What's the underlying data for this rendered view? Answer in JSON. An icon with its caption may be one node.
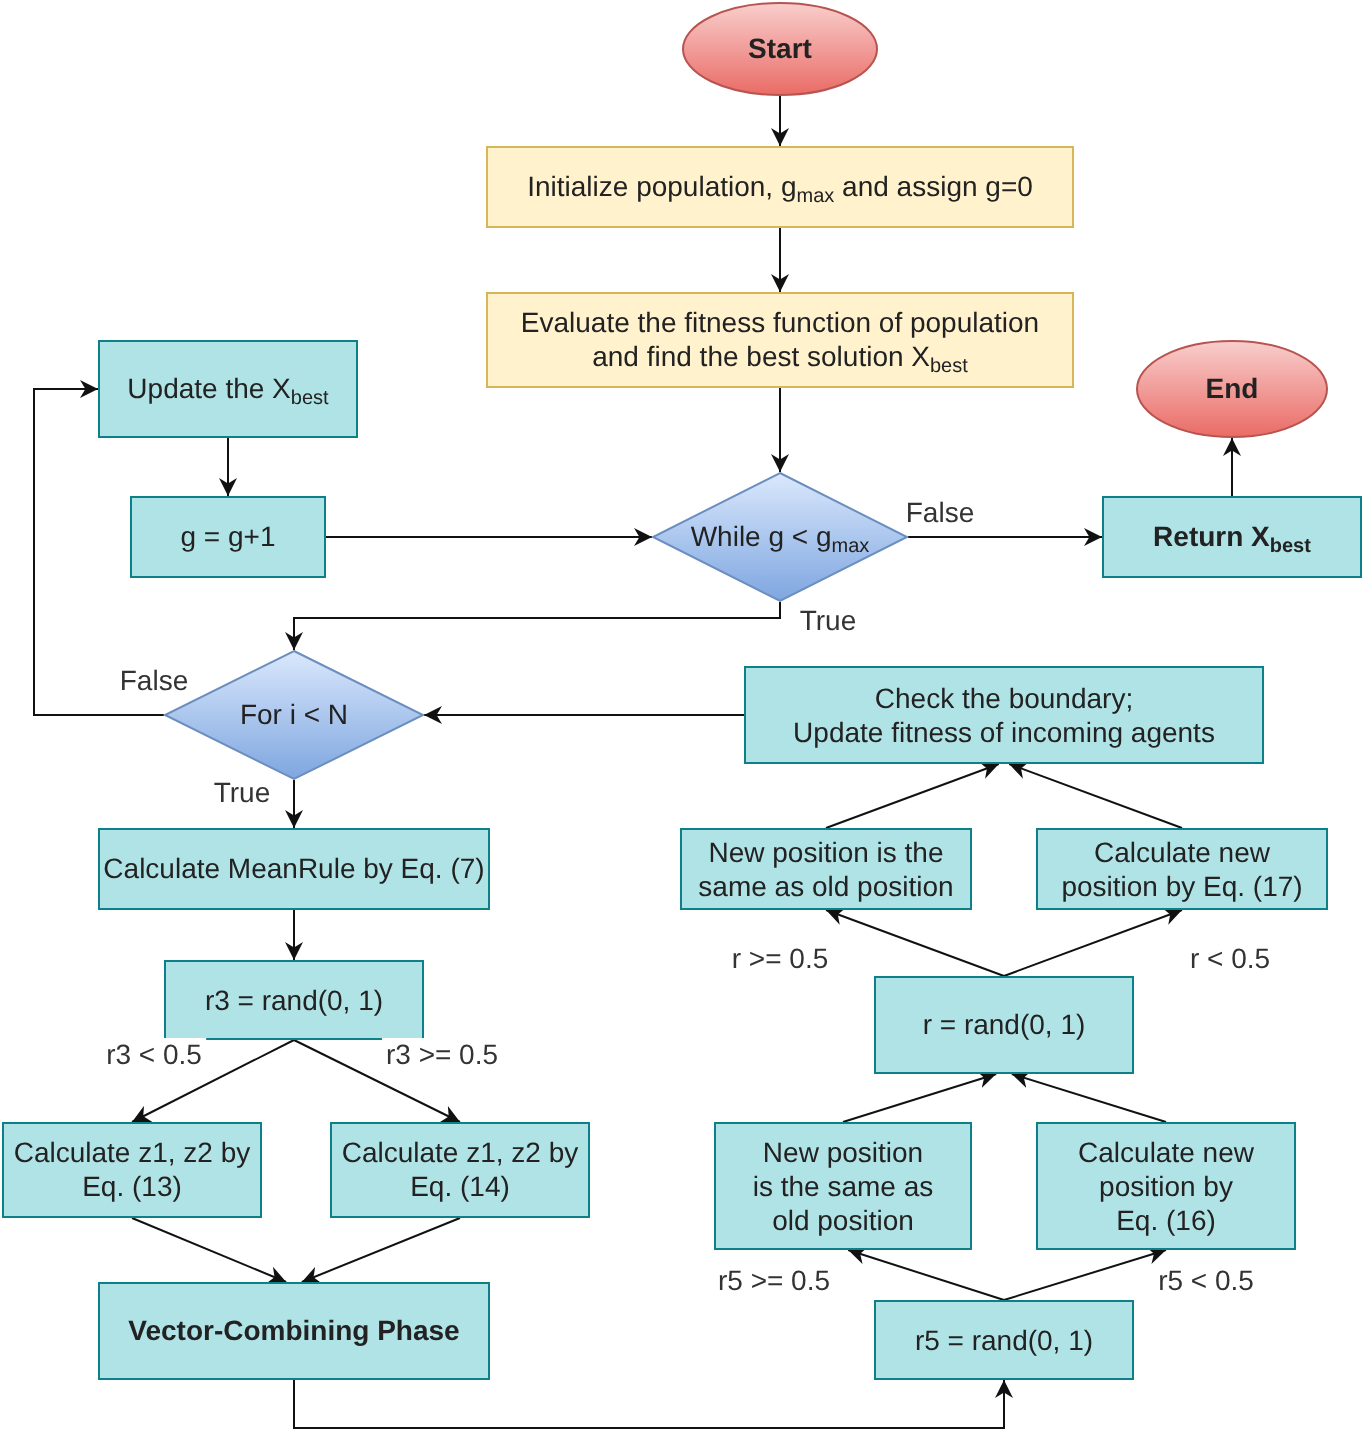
{
  "diagram": {
    "nodes": [
      {
        "text": [
          "Start"
        ]
      },
      {
        "text": [
          "Initialize population, g$_{max}$ and assign g=0"
        ]
      },
      {
        "text": [
          "Evaluate the fitness function of population and find the best solution X$_{best}$"
        ]
      },
      {
        "text": [
          "Update the X$_{best}$"
        ]
      },
      {
        "text": [
          "End"
        ]
      },
      {
        "text": [
          "g = g+1"
        ]
      },
      {
        "text": [
          "While g < g$_{max}$"
        ]
      },
      {
        "text": [
          "Return X$_{best}$"
        ]
      },
      {
        "text": [
          "For i < N"
        ]
      },
      {
        "text": [
          "Check the boundary;",
          "Update fitness of incoming agents"
        ]
      },
      {
        "text": [
          "Calculate MeanRule by Eq. (7)"
        ]
      },
      {
        "text": [
          "New position is the same as old position"
        ]
      },
      {
        "text": [
          "Calculate new position by Eq. (17)"
        ]
      },
      {
        "text": [
          "r3 = rand(0, 1)"
        ]
      },
      {
        "text": [
          "r = rand(0, 1)"
        ]
      },
      {
        "text": [
          "Calculate z1, z2 by Eq. (13)"
        ]
      },
      {
        "text": [
          "Calculate z1, z2 by Eq. (14)"
        ]
      },
      {
        "text": [
          "New position is the same as old position"
        ]
      },
      {
        "text": [
          "Calculate new position by Eq. (16)"
        ]
      },
      {
        "text": [
          "Vector-Combining Phase"
        ]
      },
      {
        "text": [
          "r5 = rand(0, 1)"
        ]
      }
    ],
    "edges": [
      {
        "from": 0,
        "to": 1,
        "arrow": "to"
      },
      {
        "from": 1,
        "to": 2,
        "arrow": "to"
      },
      {
        "from": 2,
        "to": 6,
        "arrow": "to"
      },
      {
        "from": 6,
        "to": 7,
        "arrow": "to",
        "label": "False"
      },
      {
        "from": 7,
        "to": 4,
        "arrow": "to"
      },
      {
        "from": 6,
        "to": 8,
        "arrow": "to",
        "label": "True"
      },
      {
        "from": 8,
        "to": 3,
        "arrow": "to",
        "label": "False"
      },
      {
        "from": 3,
        "to": 5,
        "arrow": "to"
      },
      {
        "from": 5,
        "to": 6,
        "arrow": "to"
      },
      {
        "from": 8,
        "to": 10,
        "arrow": "to",
        "label": "True"
      },
      {
        "from": 10,
        "to": 13,
        "arrow": "to"
      },
      {
        "from": 13,
        "to": 15,
        "arrow": "to",
        "label": "r3 < 0.5"
      },
      {
        "from": 13,
        "to": 16,
        "arrow": "to",
        "label": "r3 >= 0.5"
      },
      {
        "from": 15,
        "to": 19,
        "arrow": "to"
      },
      {
        "from": 16,
        "to": 19,
        "arrow": "to"
      },
      {
        "from": 19,
        "to": 20,
        "arrow": "to"
      },
      {
        "from": 20,
        "to": 17,
        "arrow": "to",
        "label": "r5 >= 0.5"
      },
      {
        "from": 20,
        "to": 18,
        "arrow": "to",
        "label": "r5 < 0.5"
      },
      {
        "from": 17,
        "to": 14,
        "arrow": "to"
      },
      {
        "from": 18,
        "to": 14,
        "arrow": "to"
      },
      {
        "from": 14,
        "to": 11,
        "arrow": "to",
        "label": "r >= 0.5"
      },
      {
        "from": 14,
        "to": 12,
        "arrow": "to",
        "label": "r < 0.5"
      },
      {
        "from": 11,
        "to": 9,
        "arrow": "to"
      },
      {
        "from": 12,
        "to": 9,
        "arrow": "to"
      },
      {
        "from": 9,
        "to": 8,
        "arrow": "to"
      }
    ]
  }
}
